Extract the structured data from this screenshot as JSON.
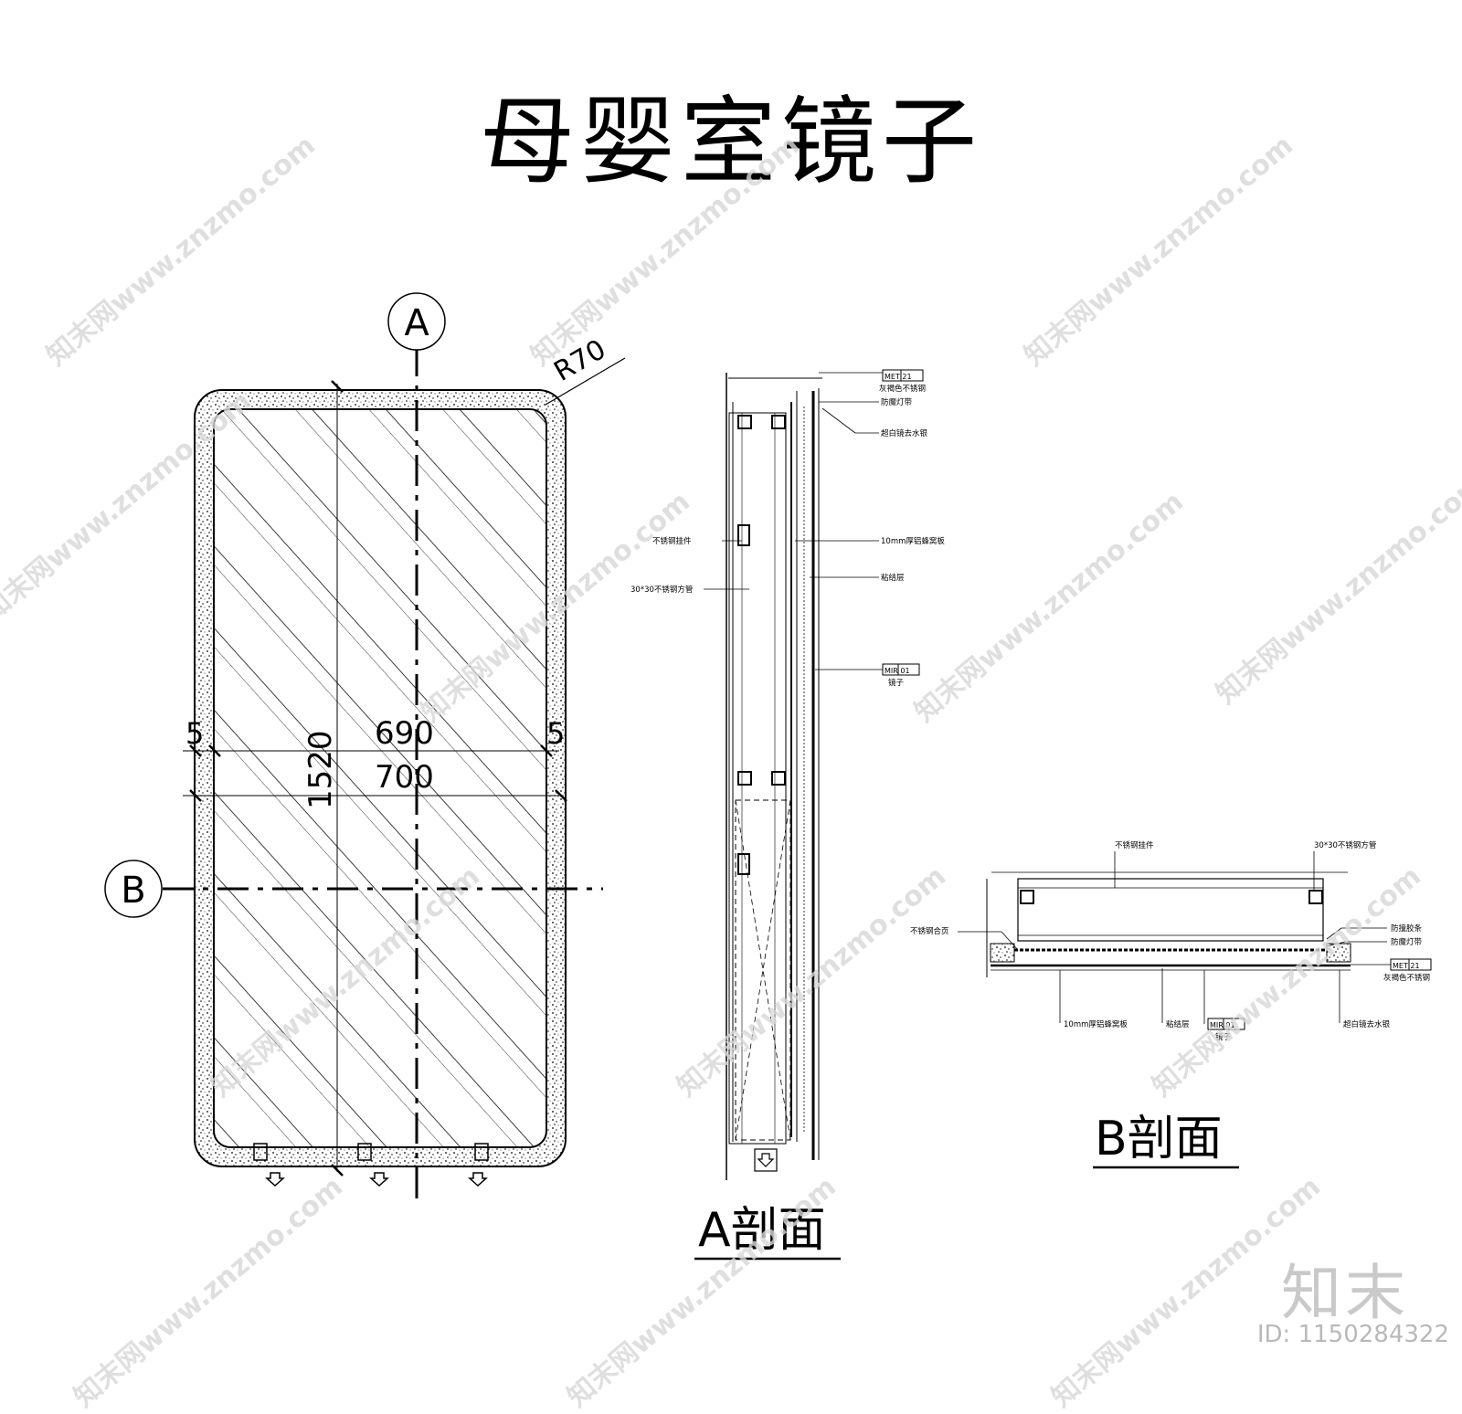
{
  "title": "母婴室镜子",
  "elevation": {
    "marker_a": "A",
    "marker_b": "B",
    "radius_label": "R70",
    "dim_inner_width": "690",
    "dim_outer_width": "700",
    "dim_height": "1520",
    "dim_side_left": "5",
    "dim_side_right": "5"
  },
  "section_a": {
    "caption": "A剖面",
    "tag_top_code": "MET 21",
    "tag_top_text": "灰褐色不锈钢",
    "label_light": "防魔灯带",
    "label_silicone": "超白镜去水银",
    "label_hanger": "不锈钢挂件",
    "label_board": "10mm厚铝蜂窝板",
    "label_tube": "30*30不锈钢方管",
    "label_adhesive": "粘结层",
    "tag_mirror_code": "MIR 01",
    "tag_mirror_text": "镜子"
  },
  "section_b": {
    "caption": "B剖面",
    "label_hanger": "不锈钢挂件",
    "label_tube": "30*30不锈钢方管",
    "label_joint": "不锈钢合页",
    "label_strip": "防撞胶条",
    "label_light": "防魔灯带",
    "tag_code": "MET 21",
    "tag_text": "灰褐色不锈钢",
    "label_board": "10mm厚铝蜂窝板",
    "label_adhesive": "粘结层",
    "tag_mirror_code": "MIR 01",
    "tag_mirror_text": "镜子",
    "label_silicone": "超白镜去水银"
  },
  "watermark_text": "知末网www.znzmo.com",
  "brand": "知末",
  "image_id": "ID: 1150284322"
}
